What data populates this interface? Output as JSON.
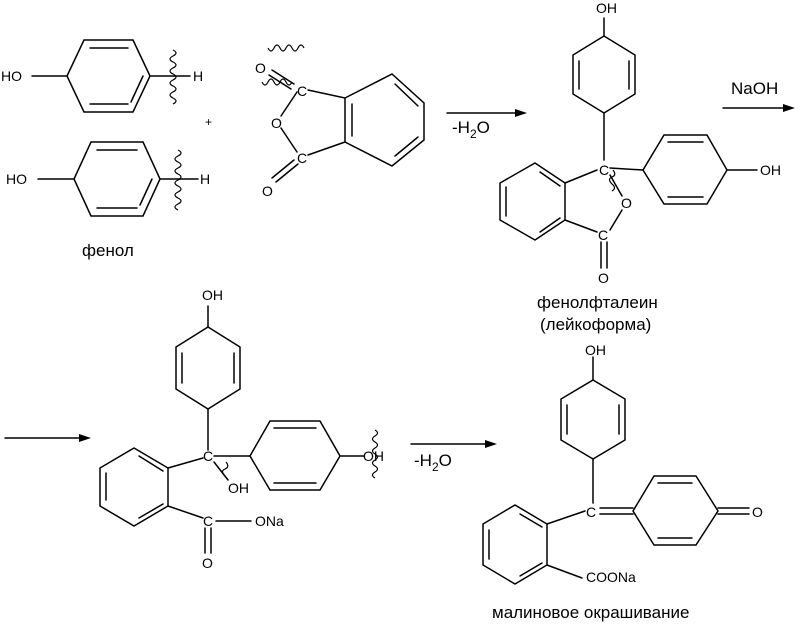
{
  "labels": {
    "phenol": "фенол",
    "phenolphthalein": "фенолфталеин",
    "leucoform": "(лейкоформа)",
    "crimson": "малиновое окрашивание"
  },
  "reagents": {
    "naoh": "NaOH",
    "water_loss_1": "-H",
    "water_loss_1_sub": "2",
    "water_loss_1_end": "O",
    "water_loss_2": "-H",
    "water_loss_2_sub": "2",
    "water_loss_2_end": "O",
    "plus": "+"
  },
  "atoms": {
    "ho": "HO",
    "oh": "OH",
    "h": "H",
    "o": "O",
    "c": "C",
    "ona": "ONa",
    "coona": "COONa"
  }
}
